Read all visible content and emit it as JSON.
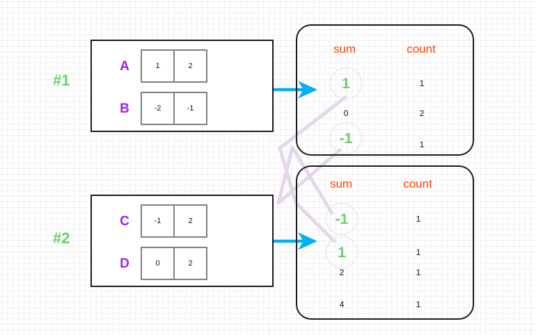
{
  "diagram": {
    "title": "Partial aggregation sum/count per partition",
    "colors": {
      "partition_label": "#6ece6e",
      "row_name": "#a020f0",
      "column_header": "#ff4500",
      "highlight_value": "#6ece6e",
      "connector": "#e0d2e8",
      "arrow": "#00b0f0",
      "box_border": "#1a1a1a",
      "cell_border": "#808080"
    },
    "partitions": [
      {
        "label": "#1",
        "rows": [
          {
            "name": "A",
            "values": [
              "1",
              "2"
            ]
          },
          {
            "name": "B",
            "values": [
              "-2",
              "-1"
            ]
          }
        ]
      },
      {
        "label": "#2",
        "rows": [
          {
            "name": "C",
            "values": [
              "-1",
              "2"
            ]
          },
          {
            "name": "D",
            "values": [
              "0",
              "2"
            ]
          }
        ]
      }
    ],
    "results": [
      {
        "id": "result-top",
        "headers": [
          "sum",
          "count"
        ],
        "rows": [
          {
            "sum": "1",
            "count": "1",
            "highlight": true
          },
          {
            "sum": "0",
            "count": "2",
            "highlight": false
          },
          {
            "sum": "-1",
            "count": "1",
            "highlight": true
          }
        ]
      },
      {
        "id": "result-bottom",
        "headers": [
          "sum",
          "count"
        ],
        "rows": [
          {
            "sum": "-1",
            "count": "1",
            "highlight": true
          },
          {
            "sum": "1",
            "count": "1",
            "highlight": true
          },
          {
            "sum": "2",
            "count": "1",
            "highlight": false
          },
          {
            "sum": "4",
            "count": "1",
            "highlight": false
          }
        ]
      }
    ],
    "arrows": [
      {
        "name": "arrow-partition-1-to-result-top"
      },
      {
        "name": "arrow-partition-2-to-result-bottom"
      }
    ],
    "connectors": [
      {
        "name": "connector-top-1-to-bottom-1"
      },
      {
        "name": "connector-top-minus1-to-bottom-minus1"
      }
    ]
  }
}
